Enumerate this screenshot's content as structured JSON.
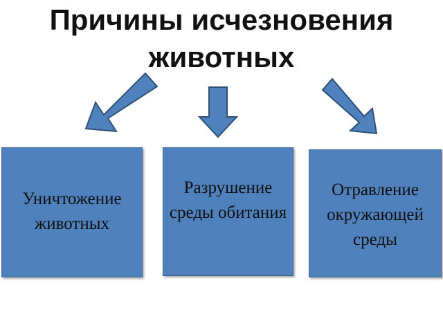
{
  "title": {
    "line1": "Причины исчезновения",
    "line2": "животных"
  },
  "boxes": [
    {
      "label": "Уничтожение животных"
    },
    {
      "label": "Разрушение среды обитания"
    },
    {
      "label": "Отравление окружающей среды"
    }
  ],
  "colors": {
    "box_fill": "#4f81bd",
    "arrow_fill": "#4f81bd",
    "arrow_stroke": "#2f4f74",
    "text": "#111111"
  }
}
